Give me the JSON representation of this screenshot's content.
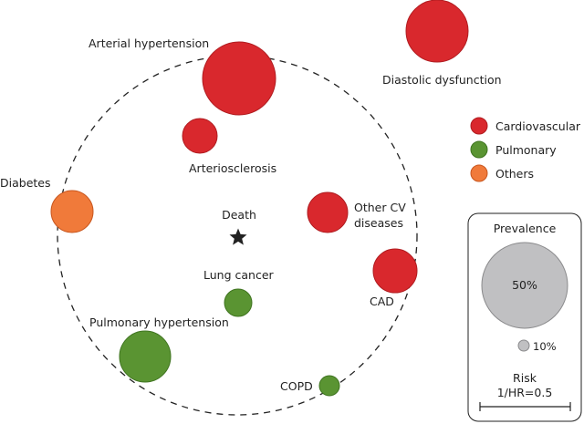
{
  "colors": {
    "cardiovascular": "#d9282d",
    "cardiovascular_stroke": "#b01c20",
    "pulmonary": "#5a9432",
    "pulmonary_stroke": "#3f7420",
    "others": "#f07a3a",
    "others_stroke": "#c8561e",
    "reference": "#c0c0c2",
    "reference_stroke": "#8a8a8c",
    "outline": "#222222"
  },
  "center": {
    "label": "Death",
    "icon": "star-icon"
  },
  "nodes": [
    {
      "id": "arterial-hypertension",
      "label": "Arterial hypertension",
      "group": "cardiovascular"
    },
    {
      "id": "diastolic-dysfunction",
      "label": "Diastolic dysfunction",
      "group": "cardiovascular"
    },
    {
      "id": "arteriosclerosis",
      "label": "Arteriosclerosis",
      "group": "cardiovascular"
    },
    {
      "id": "other-cv-diseases",
      "label_lines": [
        "Other CV",
        "diseases"
      ],
      "group": "cardiovascular"
    },
    {
      "id": "cad",
      "label": "CAD",
      "group": "cardiovascular"
    },
    {
      "id": "diabetes",
      "label": "Diabetes",
      "group": "others"
    },
    {
      "id": "lung-cancer",
      "label": "Lung cancer",
      "group": "pulmonary"
    },
    {
      "id": "pulmonary-hypertension",
      "label": "Pulmonary hypertension",
      "group": "pulmonary"
    },
    {
      "id": "copd",
      "label": "COPD",
      "group": "pulmonary"
    }
  ],
  "legend": {
    "categories": [
      {
        "label": "Cardiovascular",
        "group": "cardiovascular"
      },
      {
        "label": "Pulmonary",
        "group": "pulmonary"
      },
      {
        "label": "Others",
        "group": "others"
      }
    ]
  },
  "key": {
    "title": "Prevalence",
    "large_label": "50%",
    "small_label": "10%",
    "risk_title": "Risk",
    "risk_label": "1/HR=0.5"
  }
}
